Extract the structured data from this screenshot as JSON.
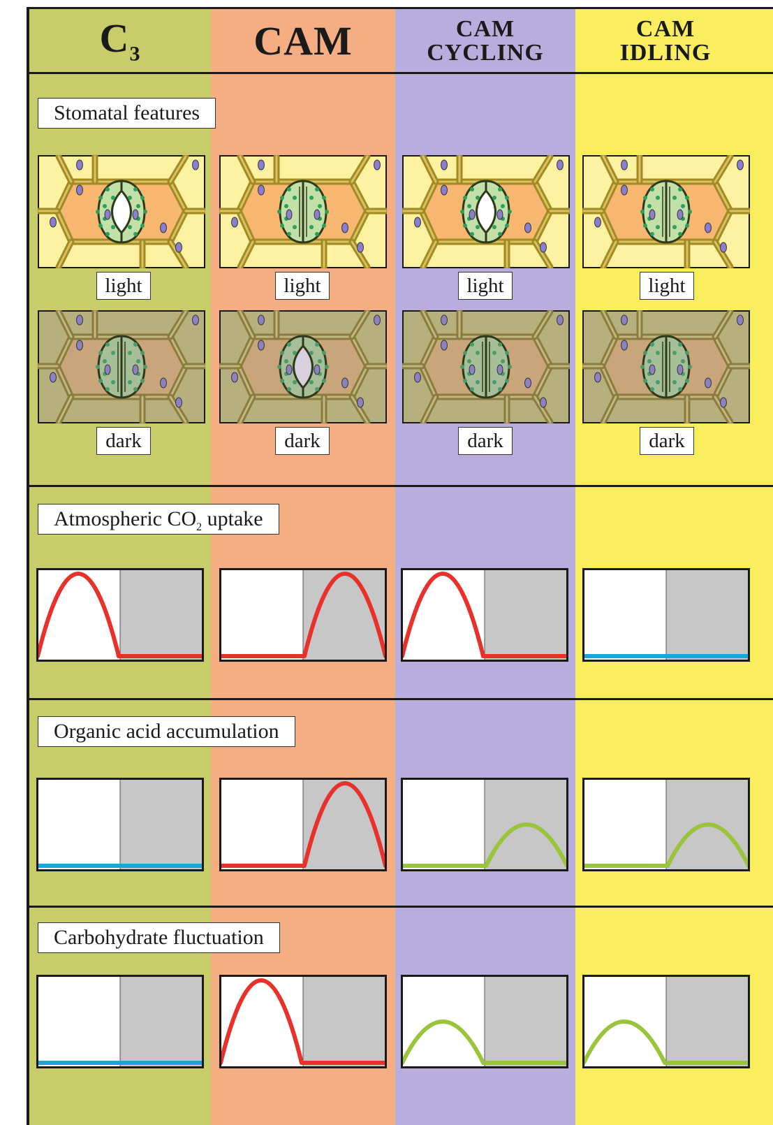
{
  "columns": [
    {
      "id": "c3",
      "title_main": "C",
      "title_sub": "3",
      "bg": "#c9cc6a"
    },
    {
      "id": "cam",
      "title_main": "CAM",
      "bg": "#f5ae84"
    },
    {
      "id": "cam-cycling",
      "title_line1": "CAM",
      "title_line2": "CYCLING",
      "bg": "#b8addc"
    },
    {
      "id": "cam-idling",
      "title_line1": "CAM",
      "title_line2": "IDLING",
      "bg": "#fbee5e"
    }
  ],
  "sections": {
    "stomatal": {
      "label": "Stomatal features",
      "light_label": "light",
      "dark_label": "dark",
      "light_stoma_open": [
        true,
        false,
        true,
        false
      ],
      "dark_stoma_open": [
        false,
        true,
        false,
        false
      ]
    },
    "co2": {
      "label_main": "Atmospheric CO",
      "label_sub": "2",
      "label_end": " uptake"
    },
    "organic": {
      "label": "Organic acid accumulation"
    },
    "carbo": {
      "label": "Carbohydrate fluctuation"
    }
  },
  "colors": {
    "light_panel": "#ffffff",
    "dark_panel": "#c7c7c7",
    "curve_red": "#e8312a",
    "curve_green": "#9ac43c",
    "curve_blue": "#1ea2dc"
  },
  "graphs": {
    "co2": [
      {
        "shape": "peak-light",
        "color": "red",
        "level": 1.0
      },
      {
        "shape": "peak-dark",
        "color": "red",
        "level": 1.0
      },
      {
        "shape": "peak-light",
        "color": "red",
        "level": 1.0
      },
      {
        "shape": "flat",
        "color": "blue"
      }
    ],
    "organic": [
      {
        "shape": "flat",
        "color": "blue"
      },
      {
        "shape": "peak-dark",
        "color": "red",
        "level": 1.0
      },
      {
        "shape": "peak-dark",
        "color": "green",
        "level": 0.5
      },
      {
        "shape": "peak-dark",
        "color": "green",
        "level": 0.5
      }
    ],
    "carbo": [
      {
        "shape": "flat",
        "color": "blue"
      },
      {
        "shape": "peak-light",
        "color": "red",
        "level": 1.0
      },
      {
        "shape": "peak-light",
        "color": "green",
        "level": 0.5
      },
      {
        "shape": "peak-light",
        "color": "green",
        "level": 0.5
      }
    ]
  }
}
